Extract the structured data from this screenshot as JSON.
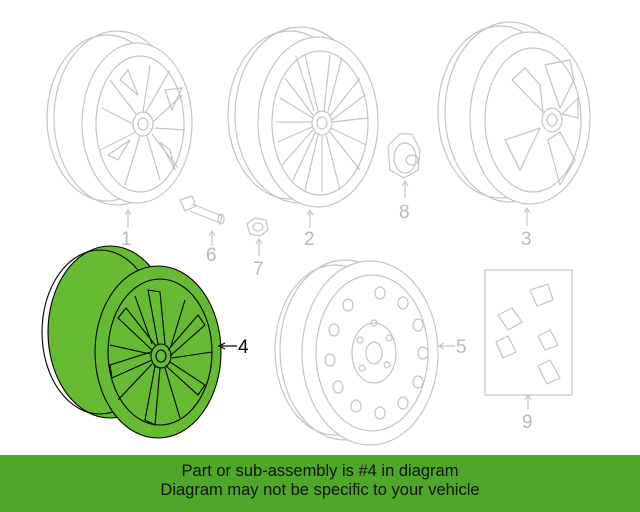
{
  "callouts": {
    "c1": "1",
    "c2": "2",
    "c3": "3",
    "c4": "4",
    "c5": "5",
    "c6": "6",
    "c7": "7",
    "c8": "8",
    "c9": "9"
  },
  "highlighted_part": "4",
  "colors": {
    "highlight": "#66bb33",
    "banner": "#4fa72a",
    "line": "#c4c4c4",
    "active_line": "#000000"
  },
  "banner": {
    "line1": "Part or sub-assembly is #4 in diagram",
    "line2": "Diagram may not be specific to your vehicle"
  }
}
